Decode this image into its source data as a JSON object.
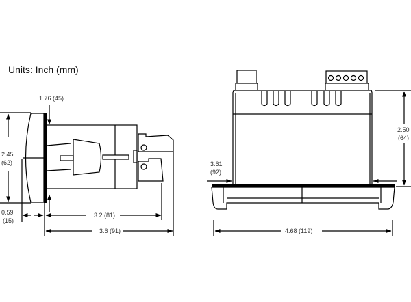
{
  "units_label": "Units: Inch (mm)",
  "side_view": {
    "dim_height": {
      "inch": "2.45",
      "mm": "(62)"
    },
    "dim_panel_cutout": "1.76 (45)",
    "dim_bezel_depth": {
      "inch": "0.59",
      "mm": "(15)"
    },
    "dim_body_depth": "3.2 (81)",
    "dim_total_depth": "3.6 (91)"
  },
  "top_view": {
    "dim_height": {
      "inch": "2.50",
      "mm": "(64)"
    },
    "dim_cutout_width": {
      "inch": "3.61",
      "mm": "(92)"
    },
    "dim_total_width": "4.68 (119)"
  }
}
